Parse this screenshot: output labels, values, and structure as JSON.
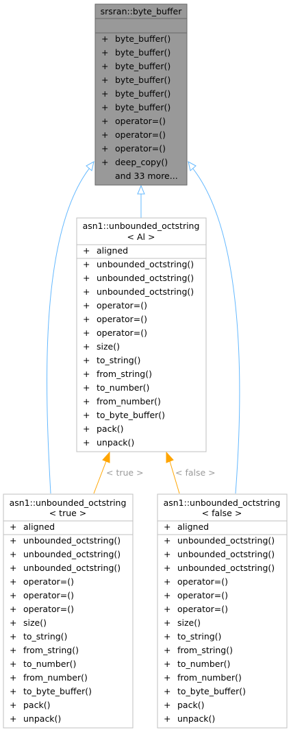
{
  "colors": {
    "base_fill": "#999999",
    "base_stroke": "#666666",
    "box_stroke": "#bfbfbf",
    "edge_blue": "#63b8ff",
    "edge_orange": "#ffa500",
    "edge_label": "#9a9a9a"
  },
  "classes": {
    "byte_buffer": {
      "title": [
        "srsran::byte_buffer"
      ],
      "attributes": [],
      "methods": [
        [
          "+",
          "byte_buffer()"
        ],
        [
          "+",
          "byte_buffer()"
        ],
        [
          "+",
          "byte_buffer()"
        ],
        [
          "+",
          "byte_buffer()"
        ],
        [
          "+",
          "byte_buffer()"
        ],
        [
          "+",
          "byte_buffer()"
        ],
        [
          "+",
          "operator=()"
        ],
        [
          "+",
          "operator=()"
        ],
        [
          "+",
          "operator=()"
        ],
        [
          "+",
          "deep_copy()"
        ],
        [
          "",
          "and 33 more..."
        ]
      ]
    },
    "template": {
      "title": [
        "asn1::unbounded_octstring",
        "< Al >"
      ],
      "attributes": [
        [
          "+",
          "aligned"
        ]
      ],
      "methods": [
        [
          "+",
          "unbounded_octstring()"
        ],
        [
          "+",
          "unbounded_octstring()"
        ],
        [
          "+",
          "unbounded_octstring()"
        ],
        [
          "+",
          "operator=()"
        ],
        [
          "+",
          "operator=()"
        ],
        [
          "+",
          "operator=()"
        ],
        [
          "+",
          "size()"
        ],
        [
          "+",
          "to_string()"
        ],
        [
          "+",
          "from_string()"
        ],
        [
          "+",
          "to_number()"
        ],
        [
          "+",
          "from_number()"
        ],
        [
          "+",
          "to_byte_buffer()"
        ],
        [
          "+",
          "pack()"
        ],
        [
          "+",
          "unpack()"
        ]
      ]
    },
    "true_spec": {
      "title": [
        "asn1::unbounded_octstring",
        "< true >"
      ],
      "attributes": [
        [
          "+",
          "aligned"
        ]
      ],
      "methods": [
        [
          "+",
          "unbounded_octstring()"
        ],
        [
          "+",
          "unbounded_octstring()"
        ],
        [
          "+",
          "unbounded_octstring()"
        ],
        [
          "+",
          "operator=()"
        ],
        [
          "+",
          "operator=()"
        ],
        [
          "+",
          "operator=()"
        ],
        [
          "+",
          "size()"
        ],
        [
          "+",
          "to_string()"
        ],
        [
          "+",
          "from_string()"
        ],
        [
          "+",
          "to_number()"
        ],
        [
          "+",
          "from_number()"
        ],
        [
          "+",
          "to_byte_buffer()"
        ],
        [
          "+",
          "pack()"
        ],
        [
          "+",
          "unpack()"
        ]
      ]
    },
    "false_spec": {
      "title": [
        "asn1::unbounded_octstring",
        "< false >"
      ],
      "attributes": [
        [
          "+",
          "aligned"
        ]
      ],
      "methods": [
        [
          "+",
          "unbounded_octstring()"
        ],
        [
          "+",
          "unbounded_octstring()"
        ],
        [
          "+",
          "unbounded_octstring()"
        ],
        [
          "+",
          "operator=()"
        ],
        [
          "+",
          "operator=()"
        ],
        [
          "+",
          "operator=()"
        ],
        [
          "+",
          "size()"
        ],
        [
          "+",
          "to_string()"
        ],
        [
          "+",
          "from_string()"
        ],
        [
          "+",
          "to_number()"
        ],
        [
          "+",
          "from_number()"
        ],
        [
          "+",
          "to_byte_buffer()"
        ],
        [
          "+",
          "pack()"
        ],
        [
          "+",
          "unpack()"
        ]
      ]
    }
  },
  "edge_labels": {
    "true_label": "< true >",
    "false_label": "< false >"
  }
}
